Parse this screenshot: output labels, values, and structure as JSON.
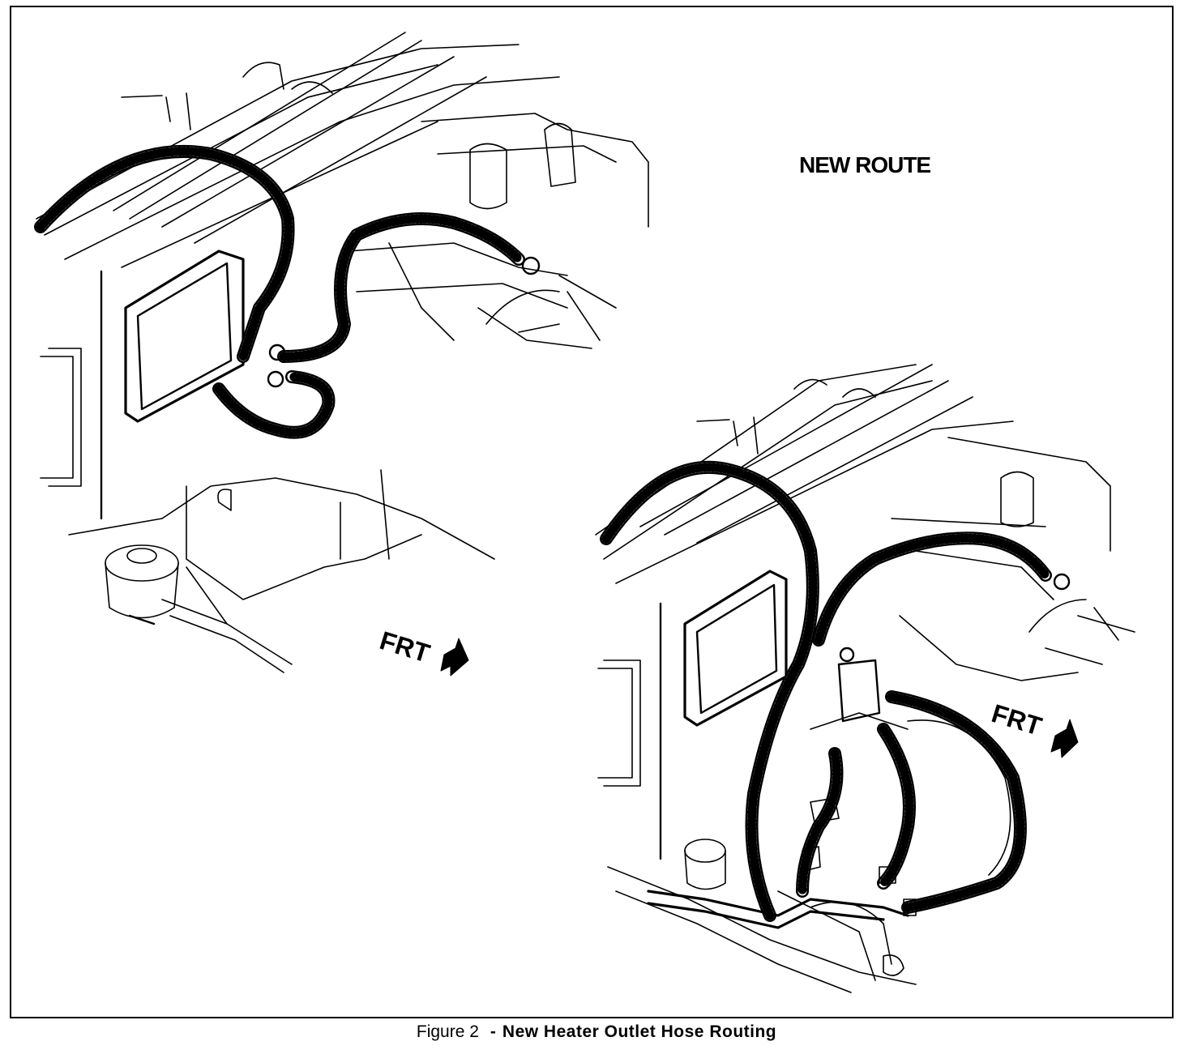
{
  "labels": {
    "new_route": "NEW ROUTE",
    "front_arrow_left": "FRT",
    "front_arrow_right": "FRT"
  },
  "caption": {
    "figure": "Figure  2",
    "separator": "-",
    "title": "New Heater Outlet Hose Routing"
  }
}
